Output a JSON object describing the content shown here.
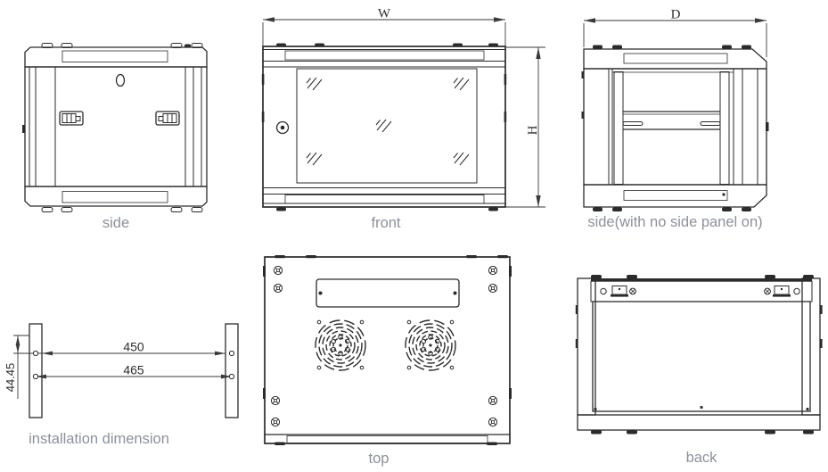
{
  "drawing": {
    "views": {
      "side": {
        "label": "side"
      },
      "front": {
        "label": "front",
        "dim_width": "W",
        "dim_height": "H"
      },
      "side_open": {
        "label": "side(with no side panel on)",
        "dim_depth": "D"
      },
      "installation": {
        "label": "installation dimension",
        "dim_hole_span_inner": "450",
        "dim_hole_span_outer": "465",
        "dim_unit_pitch": "44.45"
      },
      "top": {
        "label": "top"
      },
      "back": {
        "label": "back"
      }
    },
    "colors": {
      "line": "#2b2b2b",
      "label_text": "#8b919c",
      "dimension_text": "#2e2e2e",
      "background": "#ffffff"
    }
  }
}
